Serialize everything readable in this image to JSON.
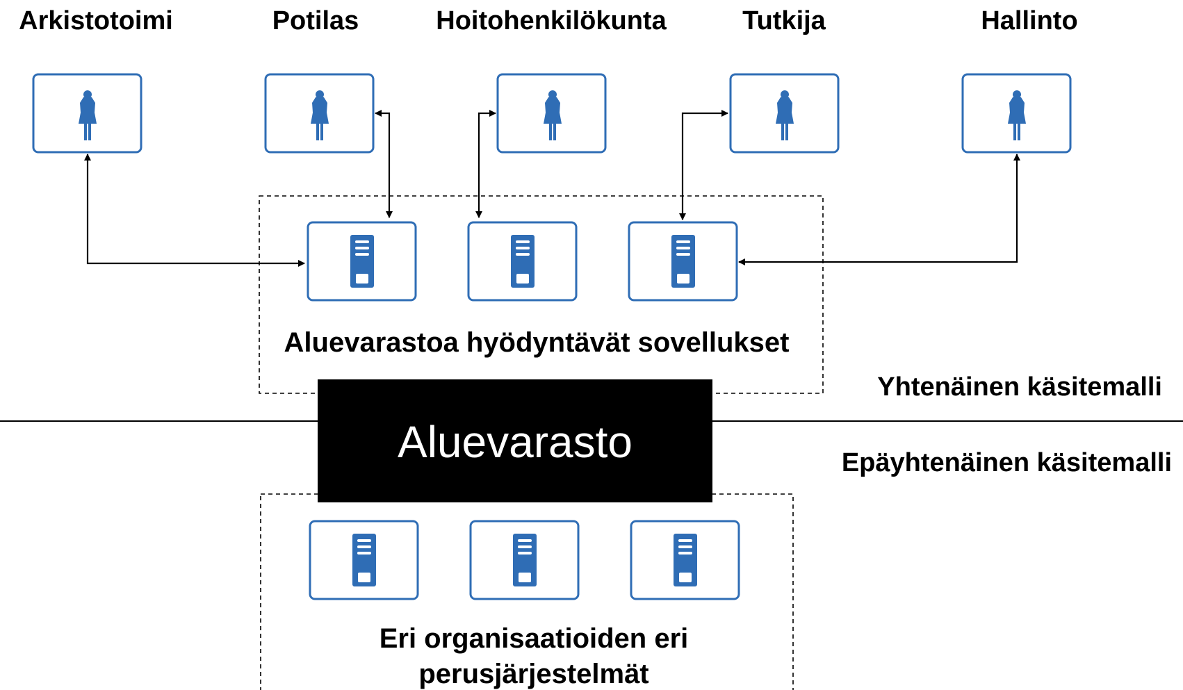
{
  "actors": [
    {
      "id": "arkistotoimi",
      "label": "Arkistotoimi"
    },
    {
      "id": "potilas",
      "label": "Potilas"
    },
    {
      "id": "hoitohenkilokunta",
      "label": "Hoitohenkilökunta"
    },
    {
      "id": "tutkija",
      "label": "Tutkija"
    },
    {
      "id": "hallinto",
      "label": "Hallinto"
    }
  ],
  "applications_group": {
    "label": "Aluevarastoa hyödyntävät sovellukset"
  },
  "warehouse": {
    "label": "Aluevarasto"
  },
  "source_systems_group": {
    "label_line1": "Eri organisaatioiden eri",
    "label_line2": "perusjärjestelmät"
  },
  "layers": {
    "upper": "Yhtenäinen käsitemalli",
    "lower": "Epäyhtenäinen käsitemalli"
  },
  "icons": {
    "actor": "person-icon",
    "system": "server-icon"
  },
  "colors": {
    "accent": "#2f6db5",
    "warehouse_bg": "#000000",
    "warehouse_text": "#ffffff"
  }
}
